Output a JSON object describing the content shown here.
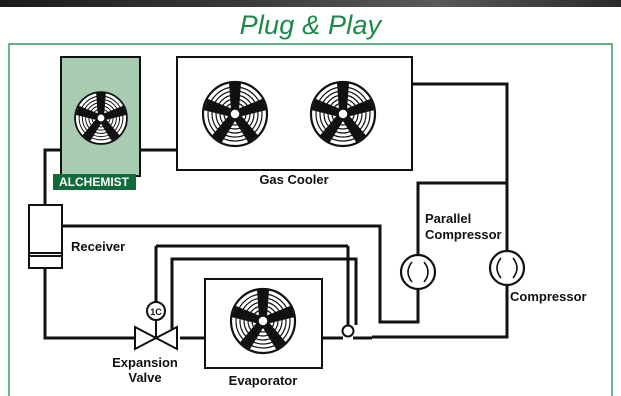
{
  "title": "Plug & Play",
  "labels": {
    "alchemist": "ALCHEMIST",
    "gas_cooler": "Gas Cooler",
    "receiver": "Receiver",
    "parallel_compressor_line1": "Parallel",
    "parallel_compressor_line2": "Compressor",
    "compressor": "Compressor",
    "expansion_valve_line1": "Expansion",
    "expansion_valve_line2": "Valve",
    "evaporator": "Evaporator",
    "controller": "1C"
  },
  "colors": {
    "title": "#1a8a4a",
    "frame": "#2e9a5a",
    "alchemist_fill": "#a9cbb0",
    "alchemist_badge": "#0f6b3a"
  }
}
